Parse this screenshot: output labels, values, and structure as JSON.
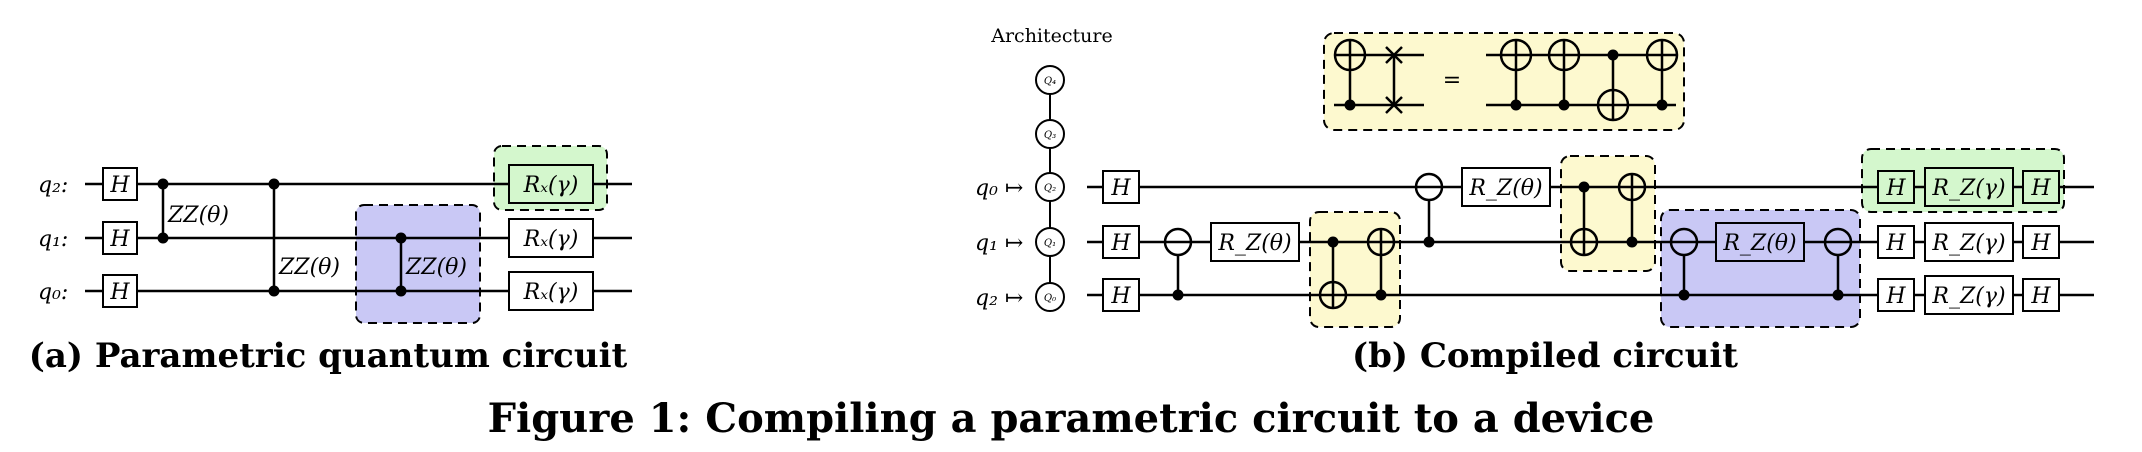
{
  "figure": {
    "title": "Figure 1: Compiling a parametric circuit to a device",
    "panel_a_caption": "(a) Parametric quantum circuit",
    "panel_b_caption": "(b) Compiled circuit"
  },
  "panel_a": {
    "qubit_labels": [
      "q₂:",
      "q₁:",
      "q₀:"
    ],
    "h_label": "H",
    "zz_label": "ZZ(θ)",
    "rx_label": "Rₓ(γ)"
  },
  "panel_b": {
    "architecture_title": "Architecture",
    "arch_nodes": [
      "Q₄",
      "Q₃",
      "Q₂",
      "Q₁",
      "Q₀"
    ],
    "mapping_labels": [
      "q₀ ↦",
      "q₁ ↦",
      "q₂ ↦"
    ],
    "h_label": "H",
    "rz_theta_label": "R_Z(θ)",
    "rz_gamma_label": "R_Z(γ)",
    "swap_equals": "="
  },
  "colors": {
    "yellow": "#fdf9cf",
    "blue": "#c9c8f5",
    "green": "#d4f7cd",
    "stroke": "#000000"
  }
}
